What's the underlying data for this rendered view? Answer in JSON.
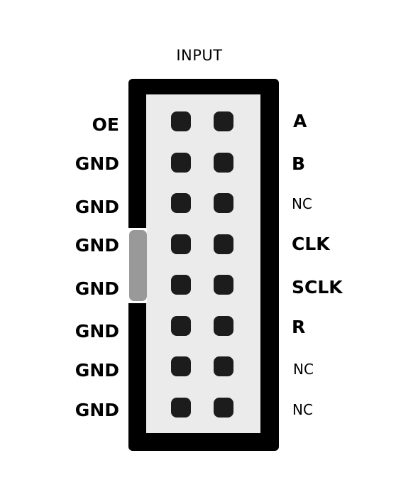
{
  "title": "INPUT",
  "left_labels": [
    "OE",
    "GND",
    "GND",
    "GND",
    "GND",
    "GND",
    "GND",
    "GND"
  ],
  "right_labels": [
    "A",
    "B",
    "NC",
    "CLK",
    "SCLK",
    "R",
    "NC",
    "NC"
  ],
  "colors": {
    "frame": "#000000",
    "inner": "#ebebeb",
    "pin": "#1c1c1c",
    "key": "#999999"
  }
}
